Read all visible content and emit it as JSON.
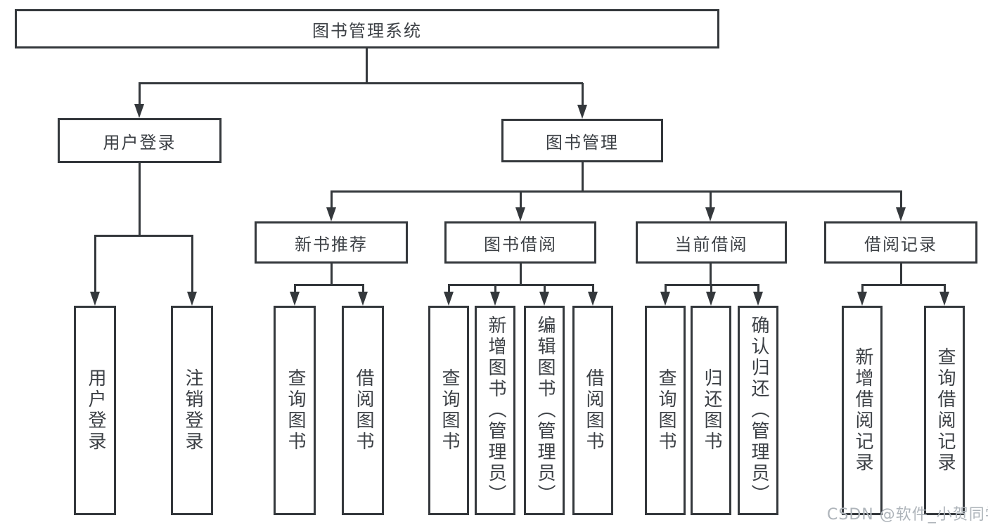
{
  "tree": {
    "label": "图书管理系统",
    "children": [
      {
        "label": "用户登录",
        "children": [
          {
            "label": "用户登录"
          },
          {
            "label": "注销登录"
          }
        ]
      },
      {
        "label": "图书管理",
        "children": [
          {
            "label": "新书推荐",
            "children": [
              {
                "label": "查询图书"
              },
              {
                "label": "借阅图书"
              }
            ]
          },
          {
            "label": "图书借阅",
            "children": [
              {
                "label": "查询图书"
              },
              {
                "label": "新增图书（管理员）"
              },
              {
                "label": "编辑图书（管理员）"
              },
              {
                "label": "借阅图书"
              }
            ]
          },
          {
            "label": "当前借阅",
            "children": [
              {
                "label": "查询图书"
              },
              {
                "label": "归还图书"
              },
              {
                "label": "确认归还（管理员）"
              }
            ]
          },
          {
            "label": "借阅记录",
            "children": [
              {
                "label": "新增借阅记录"
              },
              {
                "label": "查询借阅记录"
              }
            ]
          }
        ]
      }
    ]
  },
  "watermark": "CSDN @软件_小贺同学",
  "colors": {
    "line": "#34383c",
    "text": "#3c4045",
    "watermark": "#aeb4ba",
    "background": "#ffffff"
  }
}
